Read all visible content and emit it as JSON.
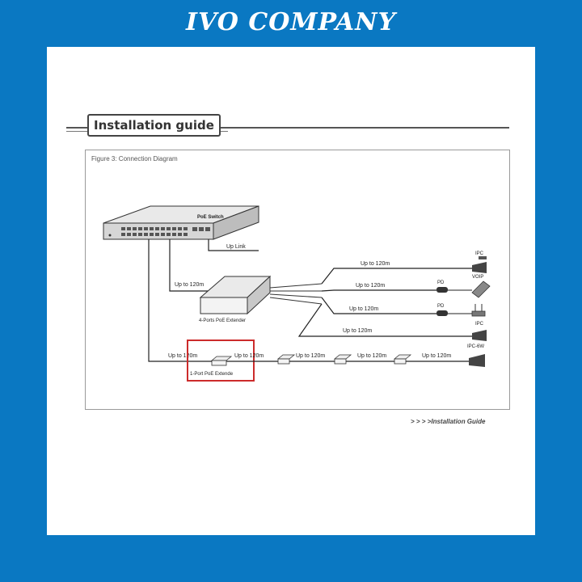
{
  "brand": {
    "title": "IVO COMPANY"
  },
  "guide": {
    "heading": "Installation guide",
    "figure_caption": "Figure 3: Connection Diagram",
    "footer_nav": "> > > >Installation Guide"
  },
  "diagram": {
    "switch_label": "PoE Switch",
    "uplink": "Up Link",
    "extender4_label": "4-Ports PoE Extender",
    "extender1_label": "1-Port PoE Extende",
    "distance": "Up to 120m",
    "devices": {
      "ipc": "IPC",
      "voip": "VOIP",
      "pd": "PD",
      "ipc_6w": "IPC-6W"
    }
  },
  "colors": {
    "background": "#0a78c2",
    "highlight": "#cc2b2b"
  }
}
